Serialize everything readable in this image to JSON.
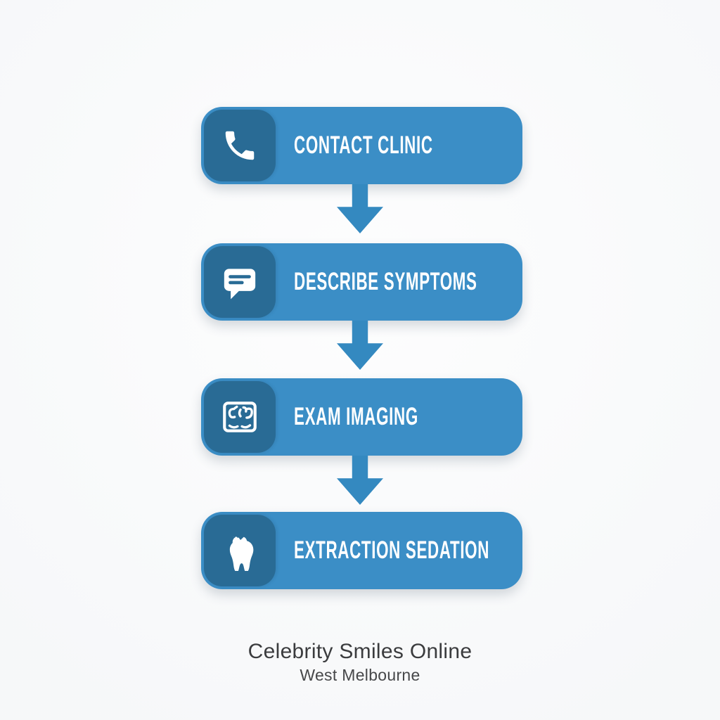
{
  "diagram_title": "dental-visit-process-flowchart",
  "colors": {
    "background": "#fafbfc",
    "step_box": "#3b8ec6",
    "icon_square": "#296b95",
    "arrow": "#3489c0",
    "step_label_text": "#ffffff",
    "footer_primary_text": "#3b3c3e",
    "footer_secondary_text": "#47484a"
  },
  "steps": [
    {
      "label": "CONTACT CLINIC",
      "icon": "phone-icon"
    },
    {
      "label": "DESCRIBE SYMPTOMS",
      "icon": "speech-bubble-icon"
    },
    {
      "label": "EXAM IMAGING",
      "icon": "xray-scan-icon"
    },
    {
      "label": "EXTRACTION SEDATION",
      "icon": "tooth-icon"
    }
  ],
  "connectors": {
    "type": "down-arrow",
    "count": 3
  },
  "footer": {
    "clinic_name": "Celebrity Smiles Online",
    "location": "West Melbourne"
  }
}
